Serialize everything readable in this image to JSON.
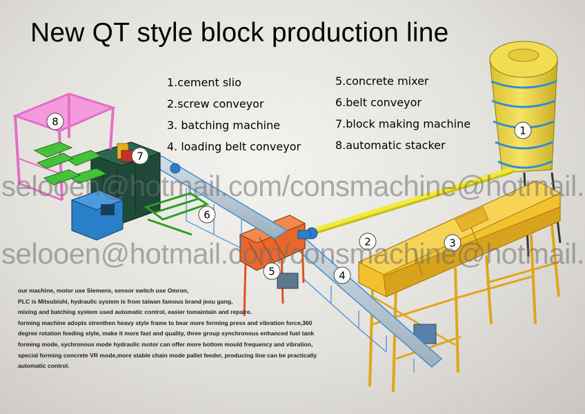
{
  "title": "New QT style block production line",
  "legend": [
    "1.cement slio",
    "2.screw conveyor",
    "3. batching machine",
    "4. loading belt conveyor",
    "5.concrete mixer",
    "6.belt conveyor",
    "7.block making machine",
    "8.automatic stacker"
  ],
  "callouts": [
    "1",
    "2",
    "3",
    "4",
    "5",
    "6",
    "7",
    "8"
  ],
  "watermarks": [
    "selooen@hotmail.com/consmachine@hotmail.com",
    "selooen@hotmail.com/consmachine@hotmail.com"
  ],
  "description": [
    "our machine, motor use Siemens, sensor switch use Omron,",
    "PLC is Mitsubishi, hydraulic system is from taiwan famous brand jeou gang,",
    " mixing and batching system used automatic control, easier tomaintain and repaire.",
    "forming machine adopts strenthen heavy style frame to bear more forming press and vibration force,360",
    "degree rotation feeding style, make it more fast and quality, three group synchronous enhanced fuel tank",
    "forming mode, sychronous mode hydraulic motor can offer more bottom mould frequency and vibration,",
    "special forming concrete VR mode,more stable chain mode pallet feeder, producing line can be practically",
    "automatic control."
  ],
  "colors": {
    "silo": "#efd640",
    "silo_band": "#2b8fd6",
    "batcher": "#f2c12e",
    "screw_conveyor": "#f2ea3a",
    "mixer": "#e8682a",
    "conveyor": "#b7c9d6",
    "conveyor_rail": "#3b8fd8",
    "block_machine": "#1f4a3a",
    "pallets": "#45c23a",
    "stacker": "#e56ec8",
    "hydraulic": "#2a7fc9"
  }
}
